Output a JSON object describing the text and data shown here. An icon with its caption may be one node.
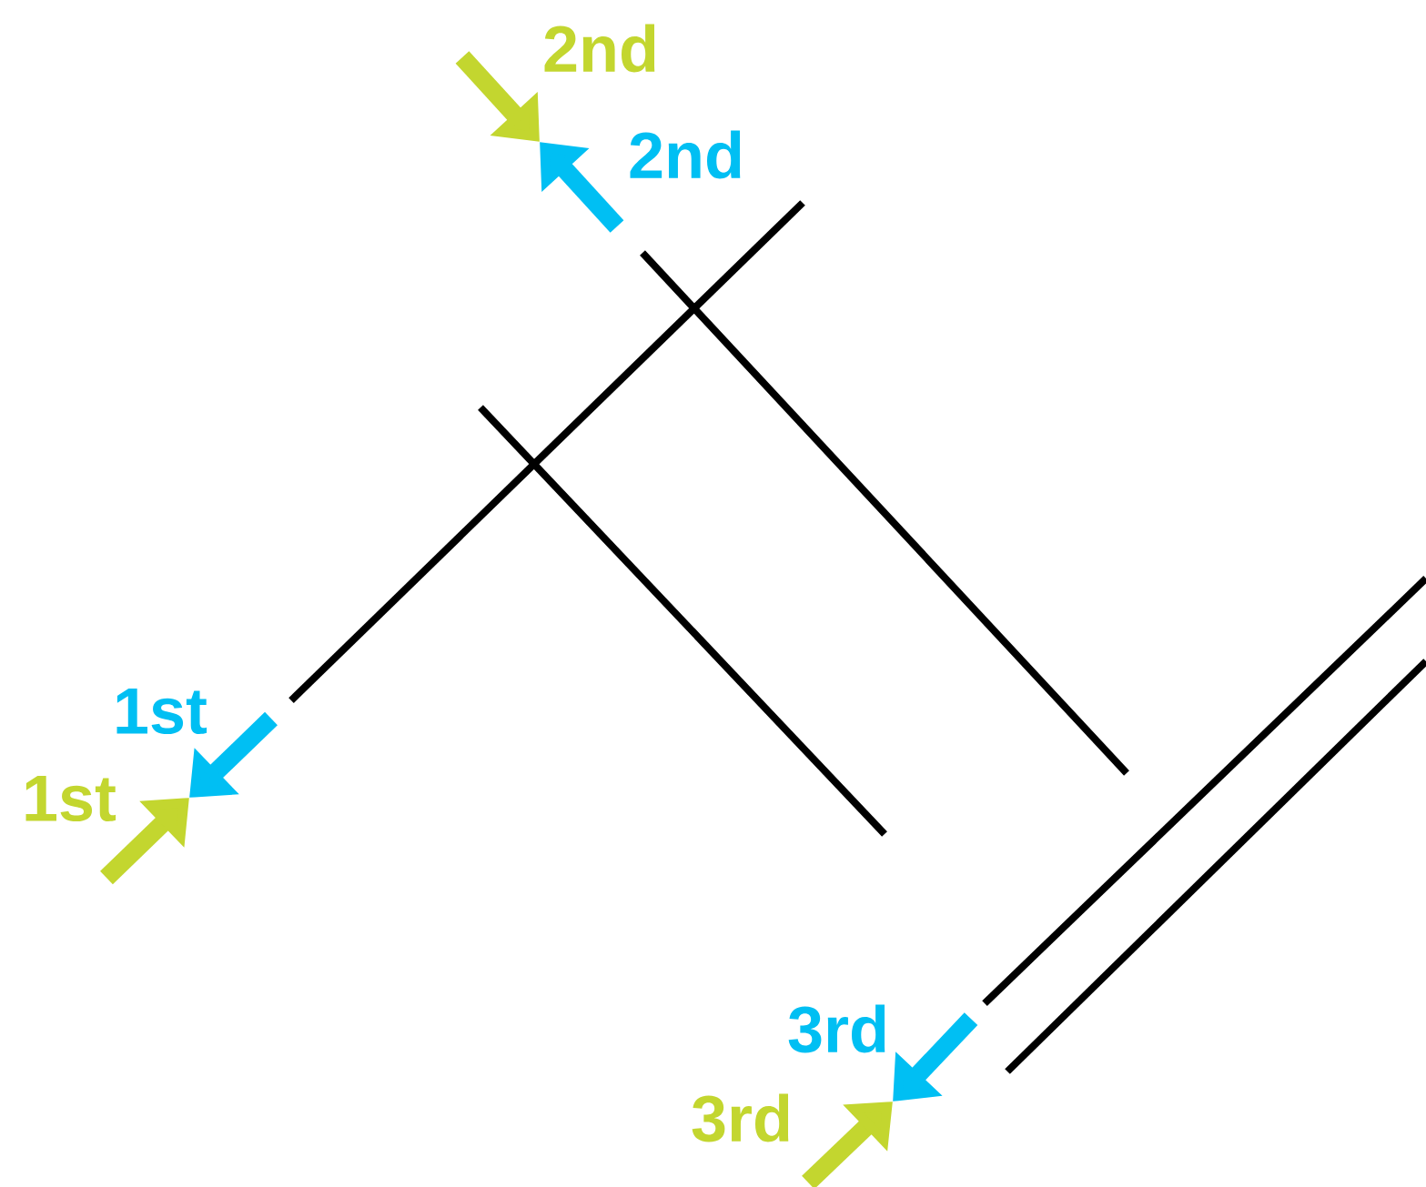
{
  "diagram": {
    "labels": [
      "2nd",
      "2nd",
      "1st",
      "1st",
      "3rd",
      "3rd"
    ]
  }
}
